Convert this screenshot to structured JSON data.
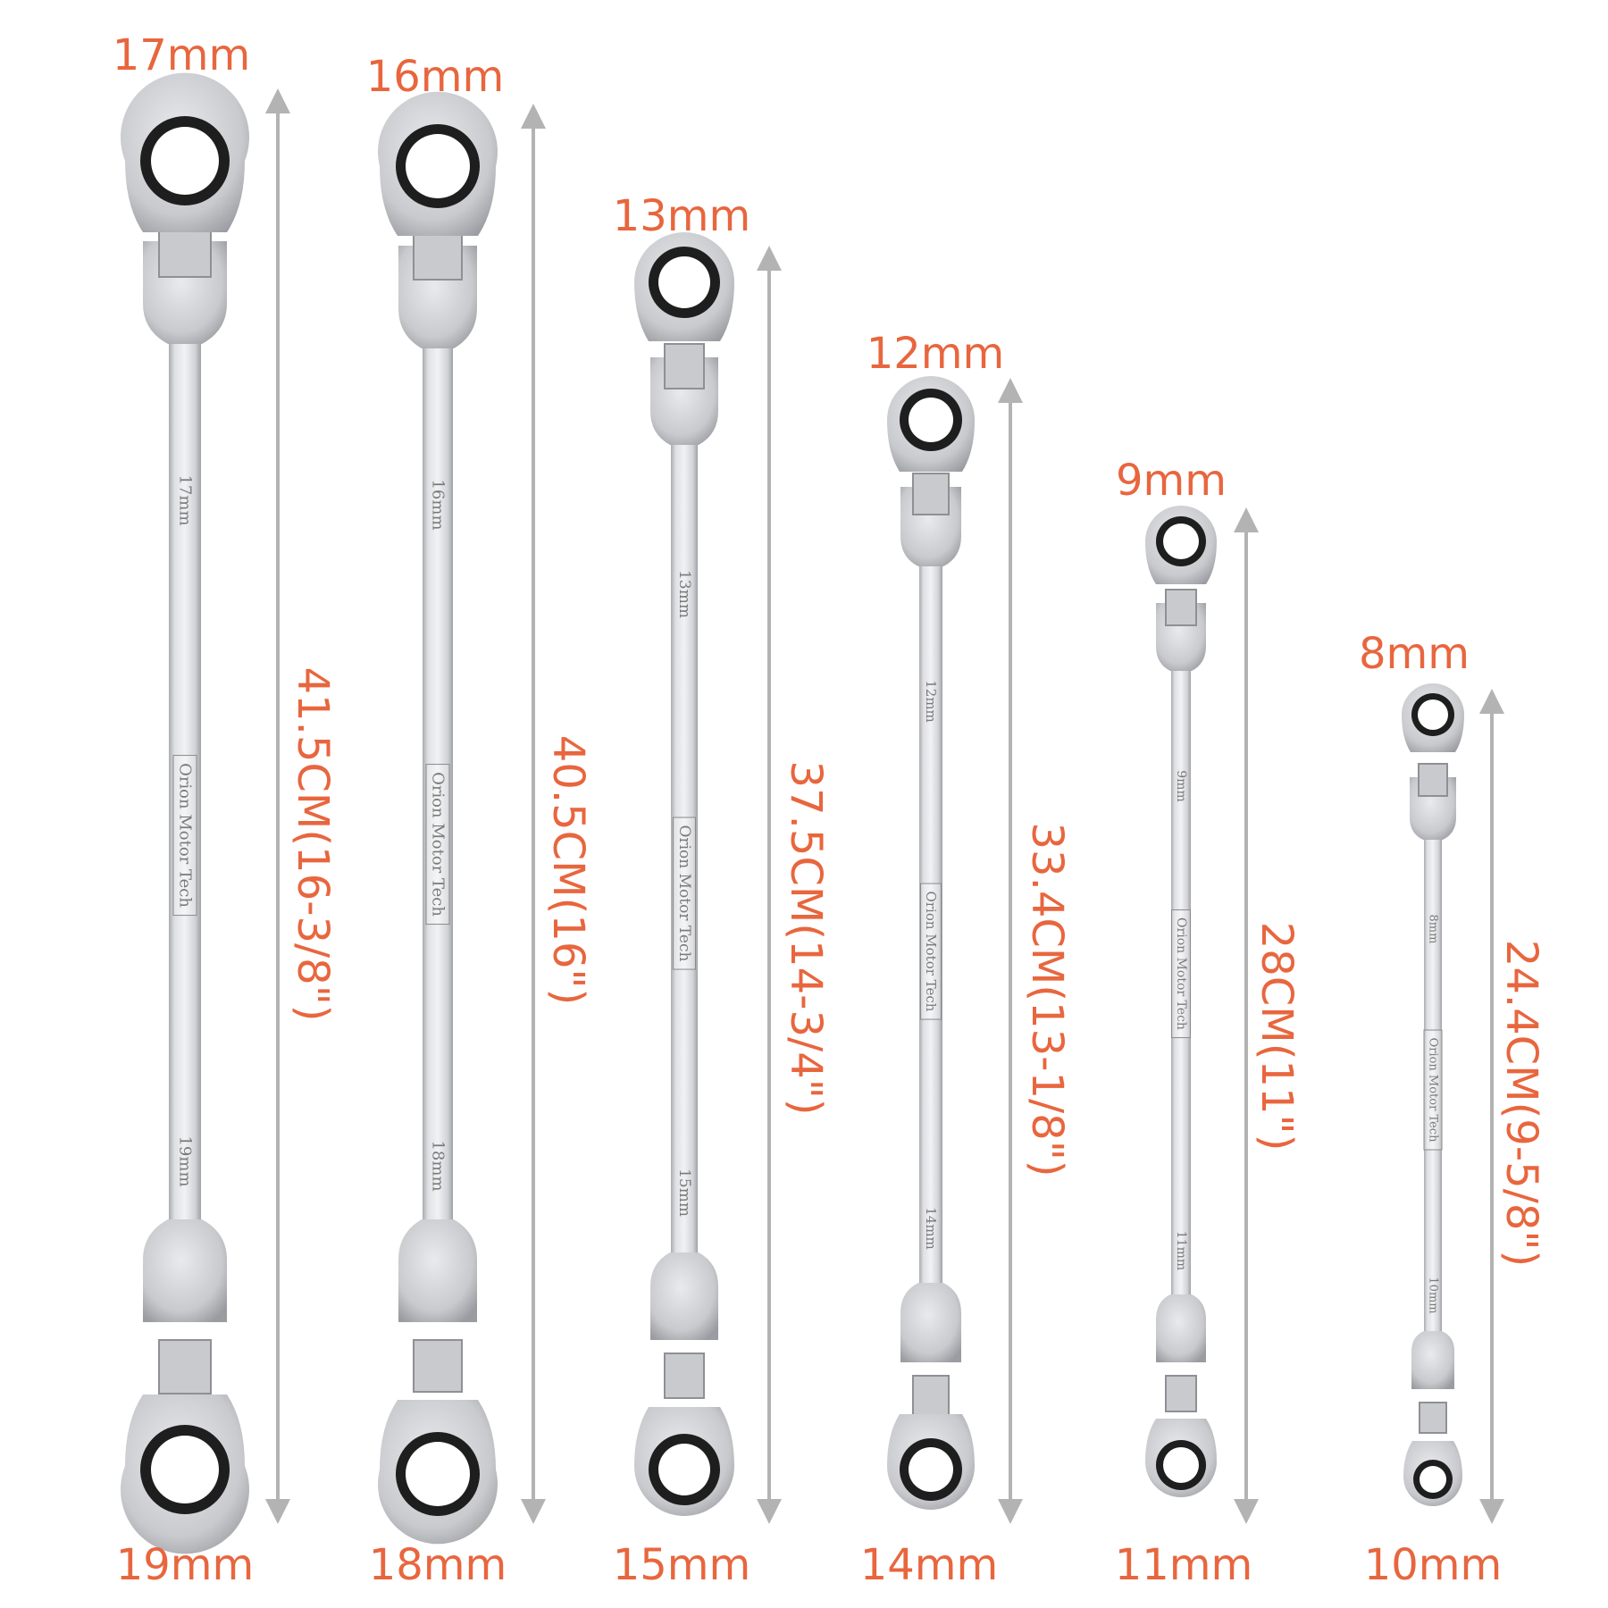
{
  "colors": {
    "label": "#e8663e",
    "arrow": "#b3b3b3",
    "background": "#ffffff",
    "steel": "#d9dadd",
    "ring_dark": "#1e1e1e"
  },
  "brand_text": "Orion Motor Tech",
  "wrenches": [
    {
      "top_size": "17mm",
      "bottom_size": "19mm",
      "length": "41.5CM(16-3/8\")",
      "stamp_top": "17mm",
      "stamp_bottom": "19mm"
    },
    {
      "top_size": "16mm",
      "bottom_size": "18mm",
      "length": "40.5CM(16\")",
      "stamp_top": "16mm",
      "stamp_bottom": "18mm"
    },
    {
      "top_size": "13mm",
      "bottom_size": "15mm",
      "length": "37.5CM(14-3/4\")",
      "stamp_top": "13mm",
      "stamp_bottom": "15mm"
    },
    {
      "top_size": "12mm",
      "bottom_size": "14mm",
      "length": "33.4CM(13-1/8\")",
      "stamp_top": "12mm",
      "stamp_bottom": "14mm"
    },
    {
      "top_size": "9mm",
      "bottom_size": "11mm",
      "length": "28CM(11\")",
      "stamp_top": "9mm",
      "stamp_bottom": "11mm"
    },
    {
      "top_size": "8mm",
      "bottom_size": "10mm",
      "length": "24.4CM(9-5/8\")",
      "stamp_top": "8mm",
      "stamp_bottom": "10mm"
    }
  ]
}
